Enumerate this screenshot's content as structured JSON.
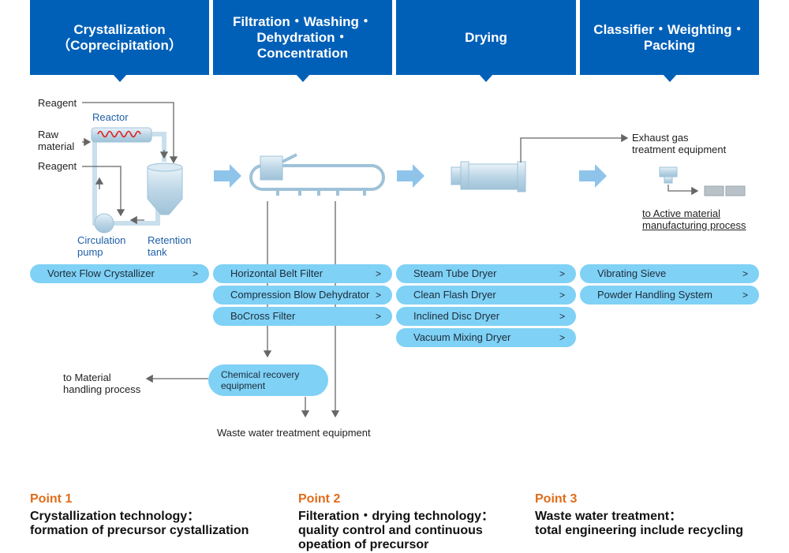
{
  "stages": [
    {
      "label": "Crystallization\n（Coprecipitation）"
    },
    {
      "label": "Filtration・Washing・\nDehydration・\nConcentration"
    },
    {
      "label": "Drying"
    },
    {
      "label": "Classifier・Weighting・\nPacking"
    }
  ],
  "labels": {
    "reagent_top": "Reagent",
    "raw_material": "Raw\nmaterial",
    "reagent_mid": "Reagent",
    "reactor": "Reactor",
    "circulation_pump": "Circulation\npump",
    "retention_tank": "Retention\ntank",
    "exhaust_gas": "Exhaust gas\ntreatment equipment",
    "to_active": "to Active material\nmanufacturing process",
    "to_material": "to Material\nhandling process",
    "waste_water": "Waste water treatment equipment",
    "chemical_recovery": "Chemical recovery\nequipment"
  },
  "equipment": {
    "crystallization": [
      "Vortex Flow Crystallizer"
    ],
    "filtration": [
      "Horizontal Belt Filter",
      "Compression Blow Dehydrator",
      "BoCross Filter"
    ],
    "drying": [
      "Steam Tube Dryer",
      "Clean Flash Dryer",
      "Inclined Disc Dryer",
      "Vacuum Mixing Dryer"
    ],
    "classifier": [
      "Vibrating Sieve",
      "Powder Handling System"
    ],
    "chevron": ">"
  },
  "points": [
    {
      "head": "Point 1",
      "body": "Crystallization technology：\nformation of precursor cystallization"
    },
    {
      "head": "Point 2",
      "body": "Filteration・drying technology：\nquality control and continuous\nopeation of precursor"
    },
    {
      "head": "Point 3",
      "body": "Waste water treatment：\ntotal engineering include recycling"
    }
  ],
  "colors": {
    "stage_blue": "#0060b8",
    "pill_blue": "#7fd1f5",
    "point_orange": "#e06c1a",
    "flow_arrow": "#8ec4ea"
  }
}
